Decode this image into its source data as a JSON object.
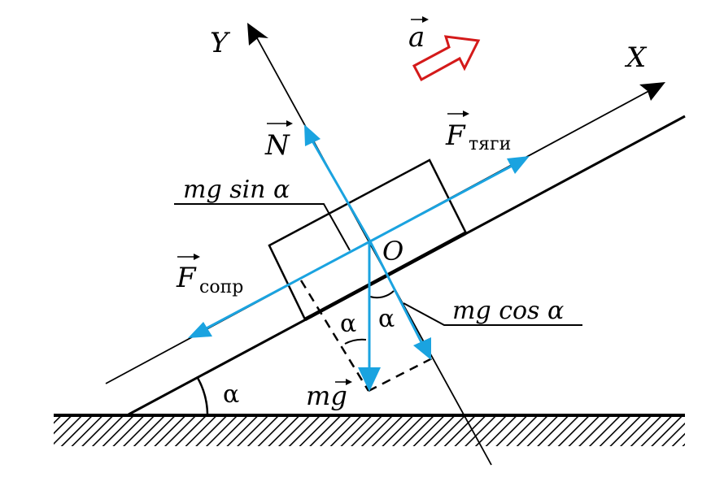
{
  "diagram": {
    "title": "Forces on a block on an inclined plane",
    "colors": {
      "force_vectors": "#1aa3e0",
      "acceleration_arrow": "#d41a1a",
      "lines": "#000000"
    },
    "axes": {
      "x_label": "X",
      "y_label": "Y",
      "origin_label": "O"
    },
    "acceleration": {
      "label": "a"
    },
    "forces": {
      "normal": {
        "symbol": "N"
      },
      "traction": {
        "symbol": "F",
        "subscript": "тяги"
      },
      "resistance": {
        "symbol": "F",
        "subscript": "сопр"
      },
      "gravity": {
        "symbol": "mg"
      }
    },
    "components": {
      "parallel": "mg sin α",
      "perpendicular": "mg cos α"
    },
    "angles": {
      "incline": "α",
      "gravity_left": "α",
      "gravity_right": "α"
    }
  }
}
